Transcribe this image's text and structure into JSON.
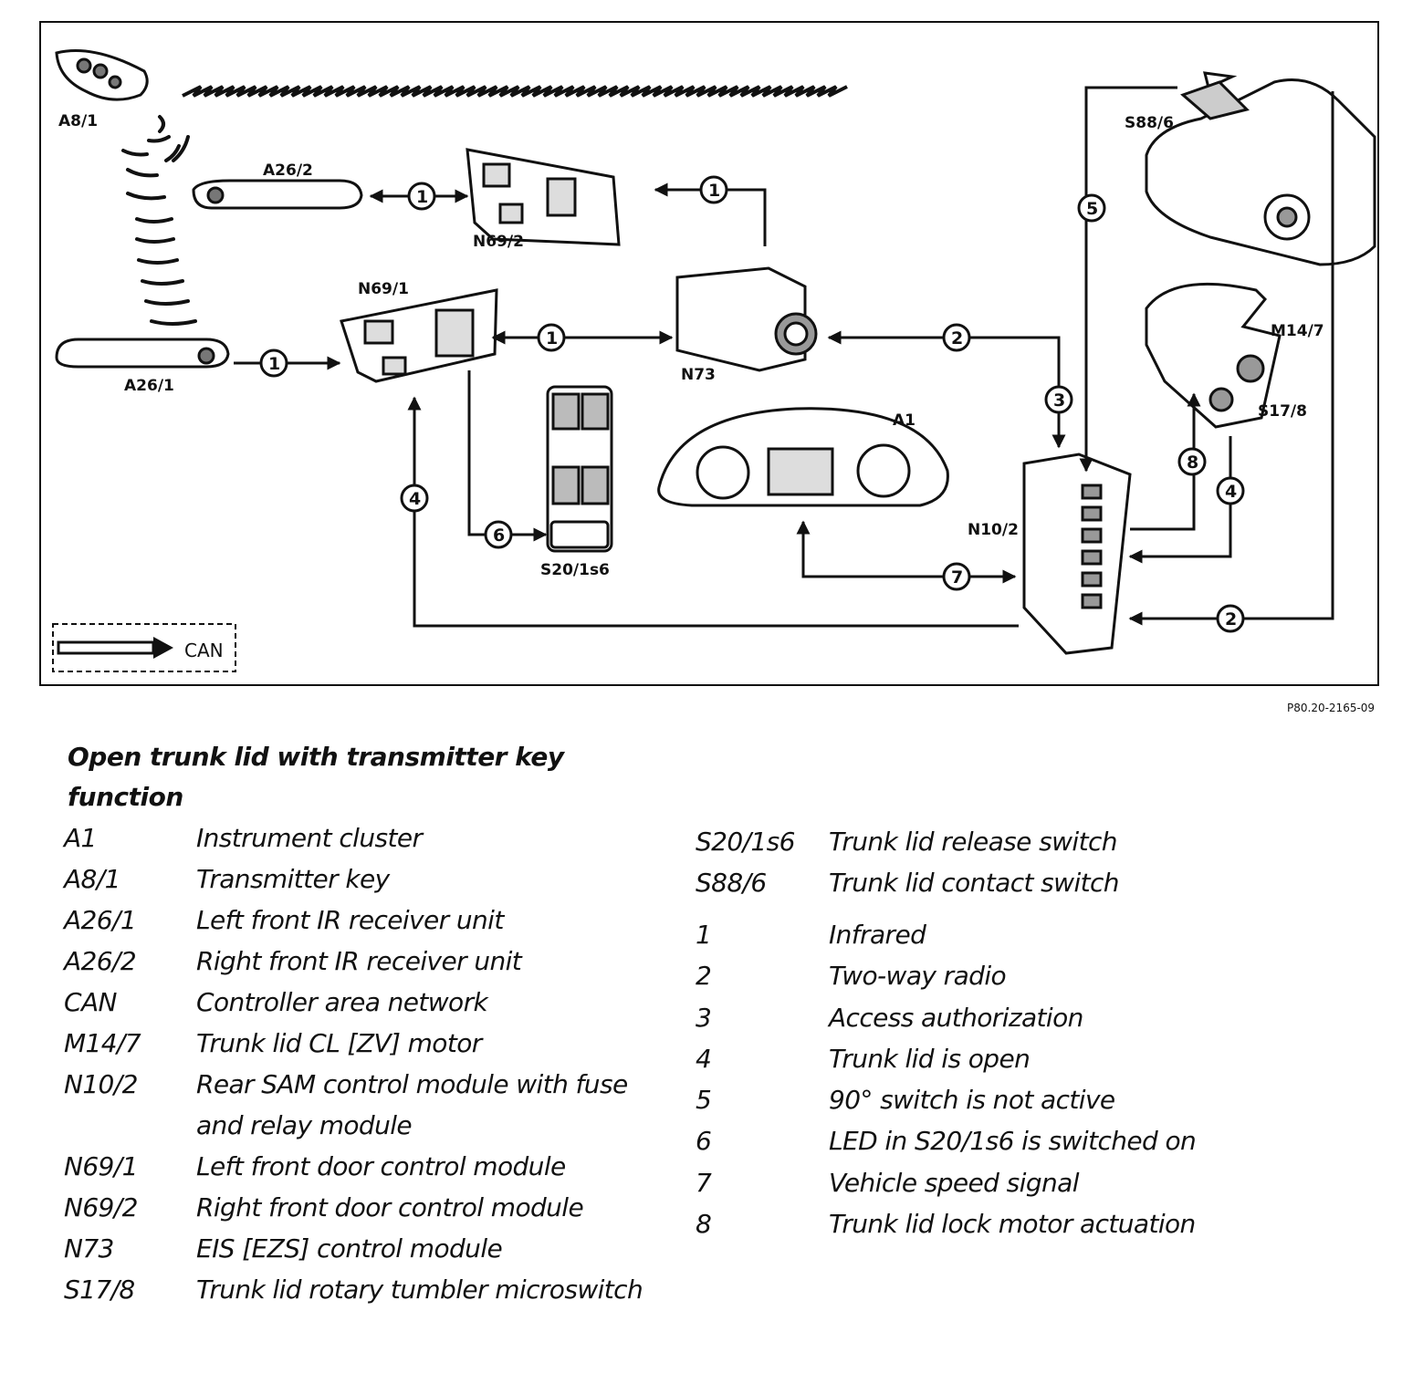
{
  "diagram": {
    "components": {
      "a8_1": "A8/1",
      "a26_2": "A26/2",
      "a26_1": "A26/1",
      "n69_2": "N69/2",
      "n69_1": "N69/1",
      "n73": "N73",
      "s88_6": "S88/6",
      "m14_7": "M14/7",
      "s17_8": "S17/8",
      "a1": "A1",
      "n10_2": "N10/2",
      "s20_1s6": "S20/1s6"
    },
    "key": {
      "label": "CAN"
    },
    "figure_code": "P80.20-2165-09"
  },
  "legend": {
    "title": "Open trunk lid with transmitter key function",
    "left_items": [
      {
        "code": "A1",
        "desc": "Instrument cluster"
      },
      {
        "code": "A8/1",
        "desc": "Transmitter key"
      },
      {
        "code": "A26/1",
        "desc": "Left front IR receiver unit"
      },
      {
        "code": "A26/2",
        "desc": "Right front IR receiver unit"
      },
      {
        "code": "CAN",
        "desc": "Controller area network"
      },
      {
        "code": "M14/7",
        "desc": "Trunk lid CL [ZV] motor"
      },
      {
        "code": "N10/2",
        "desc": "Rear SAM control module with fuse and relay module"
      },
      {
        "code": "N69/1",
        "desc": "Left front door control module"
      },
      {
        "code": "N69/2",
        "desc": "Right front door control module"
      },
      {
        "code": "N73",
        "desc": "EIS [EZS] control module"
      },
      {
        "code": "S17/8",
        "desc": "Trunk lid rotary tumbler microswitch"
      }
    ],
    "right_components": [
      {
        "code": "S20/1s6",
        "desc": "Trunk lid release switch"
      },
      {
        "code": "S88/6",
        "desc": "Trunk lid contact switch"
      }
    ],
    "right_signals": [
      {
        "code": "1",
        "desc": "Infrared"
      },
      {
        "code": "2",
        "desc": "Two-way radio"
      },
      {
        "code": "3",
        "desc": "Access authorization"
      },
      {
        "code": "4",
        "desc": "Trunk lid is open"
      },
      {
        "code": "5",
        "desc": "90° switch is not active"
      },
      {
        "code": "6",
        "desc": "LED in S20/1s6 is switched on"
      },
      {
        "code": "7",
        "desc": "Vehicle speed signal"
      },
      {
        "code": "8",
        "desc": "Trunk lid lock motor actuation"
      }
    ]
  }
}
